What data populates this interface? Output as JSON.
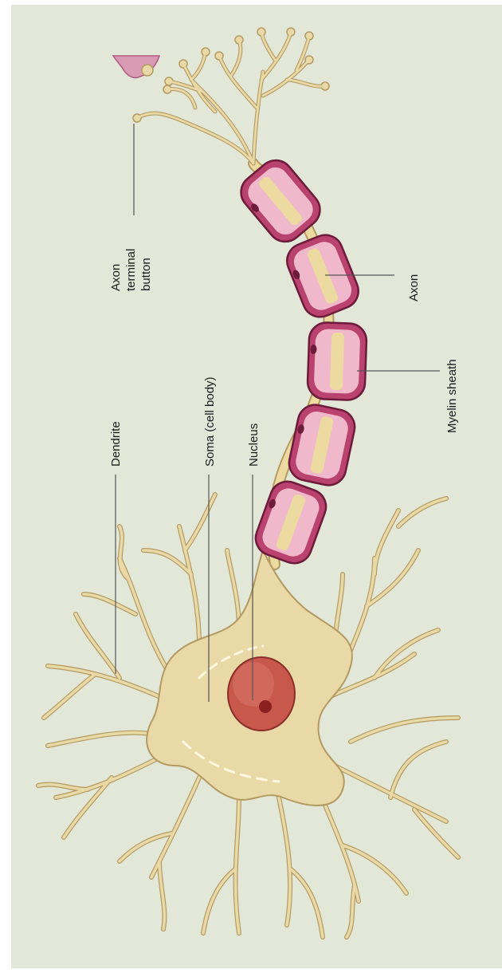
{
  "labels": {
    "axon_terminal_button": [
      "Axon",
      "terminal",
      "button"
    ],
    "dendrite": "Dendrite",
    "soma": "Soma (cell body)",
    "nucleus": "Nucleus",
    "axon": "Axon",
    "myelin_sheath": "Myelin sheath"
  },
  "colors": {
    "background": "#e3e7d8",
    "cell": "#e9d9a6",
    "cell_edge": "#b39a62",
    "myelin": "#b9436e",
    "myelin_edge": "#6d1b3a",
    "myelin_inner": "#efb8cb",
    "axon_core": "#ecdaa0",
    "nucleus": "#c8584b",
    "nucleolus": "#8a1f1f",
    "terminal": "#c97a9b",
    "leader": "#555555"
  }
}
